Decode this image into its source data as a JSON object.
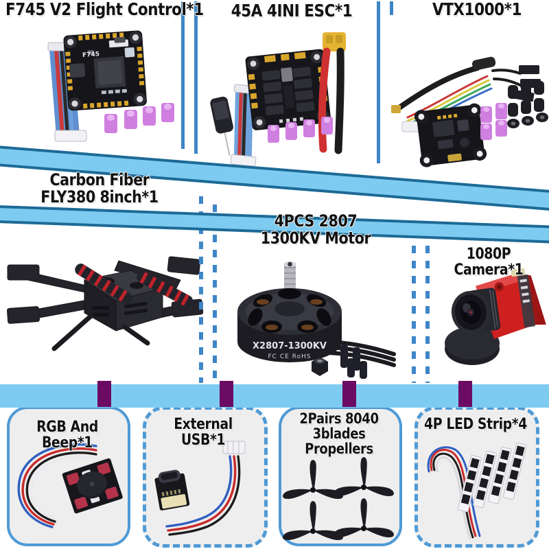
{
  "sheet": {
    "kind": "drone-kit-parts-layout",
    "panel_bg": "#eeeeee",
    "accent_light_blue": "#7ecbf2",
    "accent_blue": "#4e9ad6",
    "accent_dark_blue": "#1d6a96",
    "accent_purple": "#6b0b63"
  },
  "top_row": {
    "panels": [
      {
        "id": "flight-controller",
        "title": "F745 V2 Flight Control*1",
        "board_label": "F745"
      },
      {
        "id": "esc",
        "title": "45A 4INI ESC*1"
      },
      {
        "id": "vtx",
        "title": "VTX1000*1"
      }
    ]
  },
  "middle_row": {
    "panels": [
      {
        "id": "frame",
        "title": "Carbon Fiber\nFLY380 8inch*1"
      },
      {
        "id": "motor",
        "title": "4PCS 2807\n1300KV Motor",
        "motor_label": "X2807-1300KV",
        "motor_cert": "FC CE RoHS"
      },
      {
        "id": "camera",
        "title": "1080P Camera*1"
      }
    ]
  },
  "bottom_row": {
    "panels": [
      {
        "id": "rgb-beep",
        "title": "RGB And Beep*1",
        "border": "solid"
      },
      {
        "id": "usb",
        "title": "External USB*1",
        "border": "dashed"
      },
      {
        "id": "propellers",
        "title": "2Pairs 8040\n3blades Propellers",
        "border": "solid"
      },
      {
        "id": "led-strip",
        "title": "4P LED Strip*4",
        "border": "dashed"
      }
    ]
  }
}
